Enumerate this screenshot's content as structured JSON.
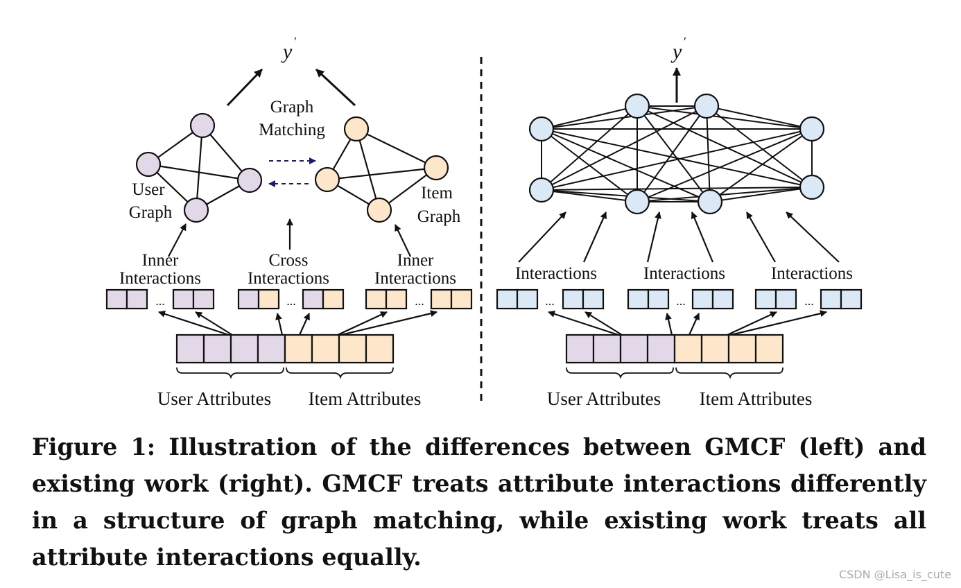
{
  "colors": {
    "purple_fill": "#e3d8e8",
    "orange_fill": "#fde6c9",
    "blue_fill": "#dbe8f6",
    "arrow_dash": "#1a1a6e",
    "ink": "#111111"
  },
  "left_panel": {
    "output_label": "y",
    "output_prime": "′",
    "graph_matching_line1": "Graph",
    "graph_matching_line2": "Matching",
    "user_graph_line1": "User",
    "user_graph_line2": "Graph",
    "item_graph_line1": "Item",
    "item_graph_line2": "Graph",
    "inner_left_line1": "Inner",
    "inner_left_line2": "Interactions",
    "cross_line1": "Cross",
    "cross_line2": "Interactions",
    "inner_right_line1": "Inner",
    "inner_right_line2": "Interactions",
    "ellipsis": "...",
    "user_attributes": "User Attributes",
    "item_attributes": "Item Attributes"
  },
  "right_panel": {
    "output_label": "y",
    "output_prime": "′",
    "interactions_1": "Interactions",
    "interactions_2": "Interactions",
    "interactions_3": "Interactions",
    "ellipsis": "...",
    "user_attributes": "User Attributes",
    "item_attributes": "Item Attributes"
  },
  "caption": "Figure 1: Illustration of the differences between GMCF (left) and existing work (right). GMCF treats attribute interactions differently in a structure of graph matching, while existing work treats all attribute interactions equally.",
  "watermark": "CSDN @Lisa_is_cute"
}
